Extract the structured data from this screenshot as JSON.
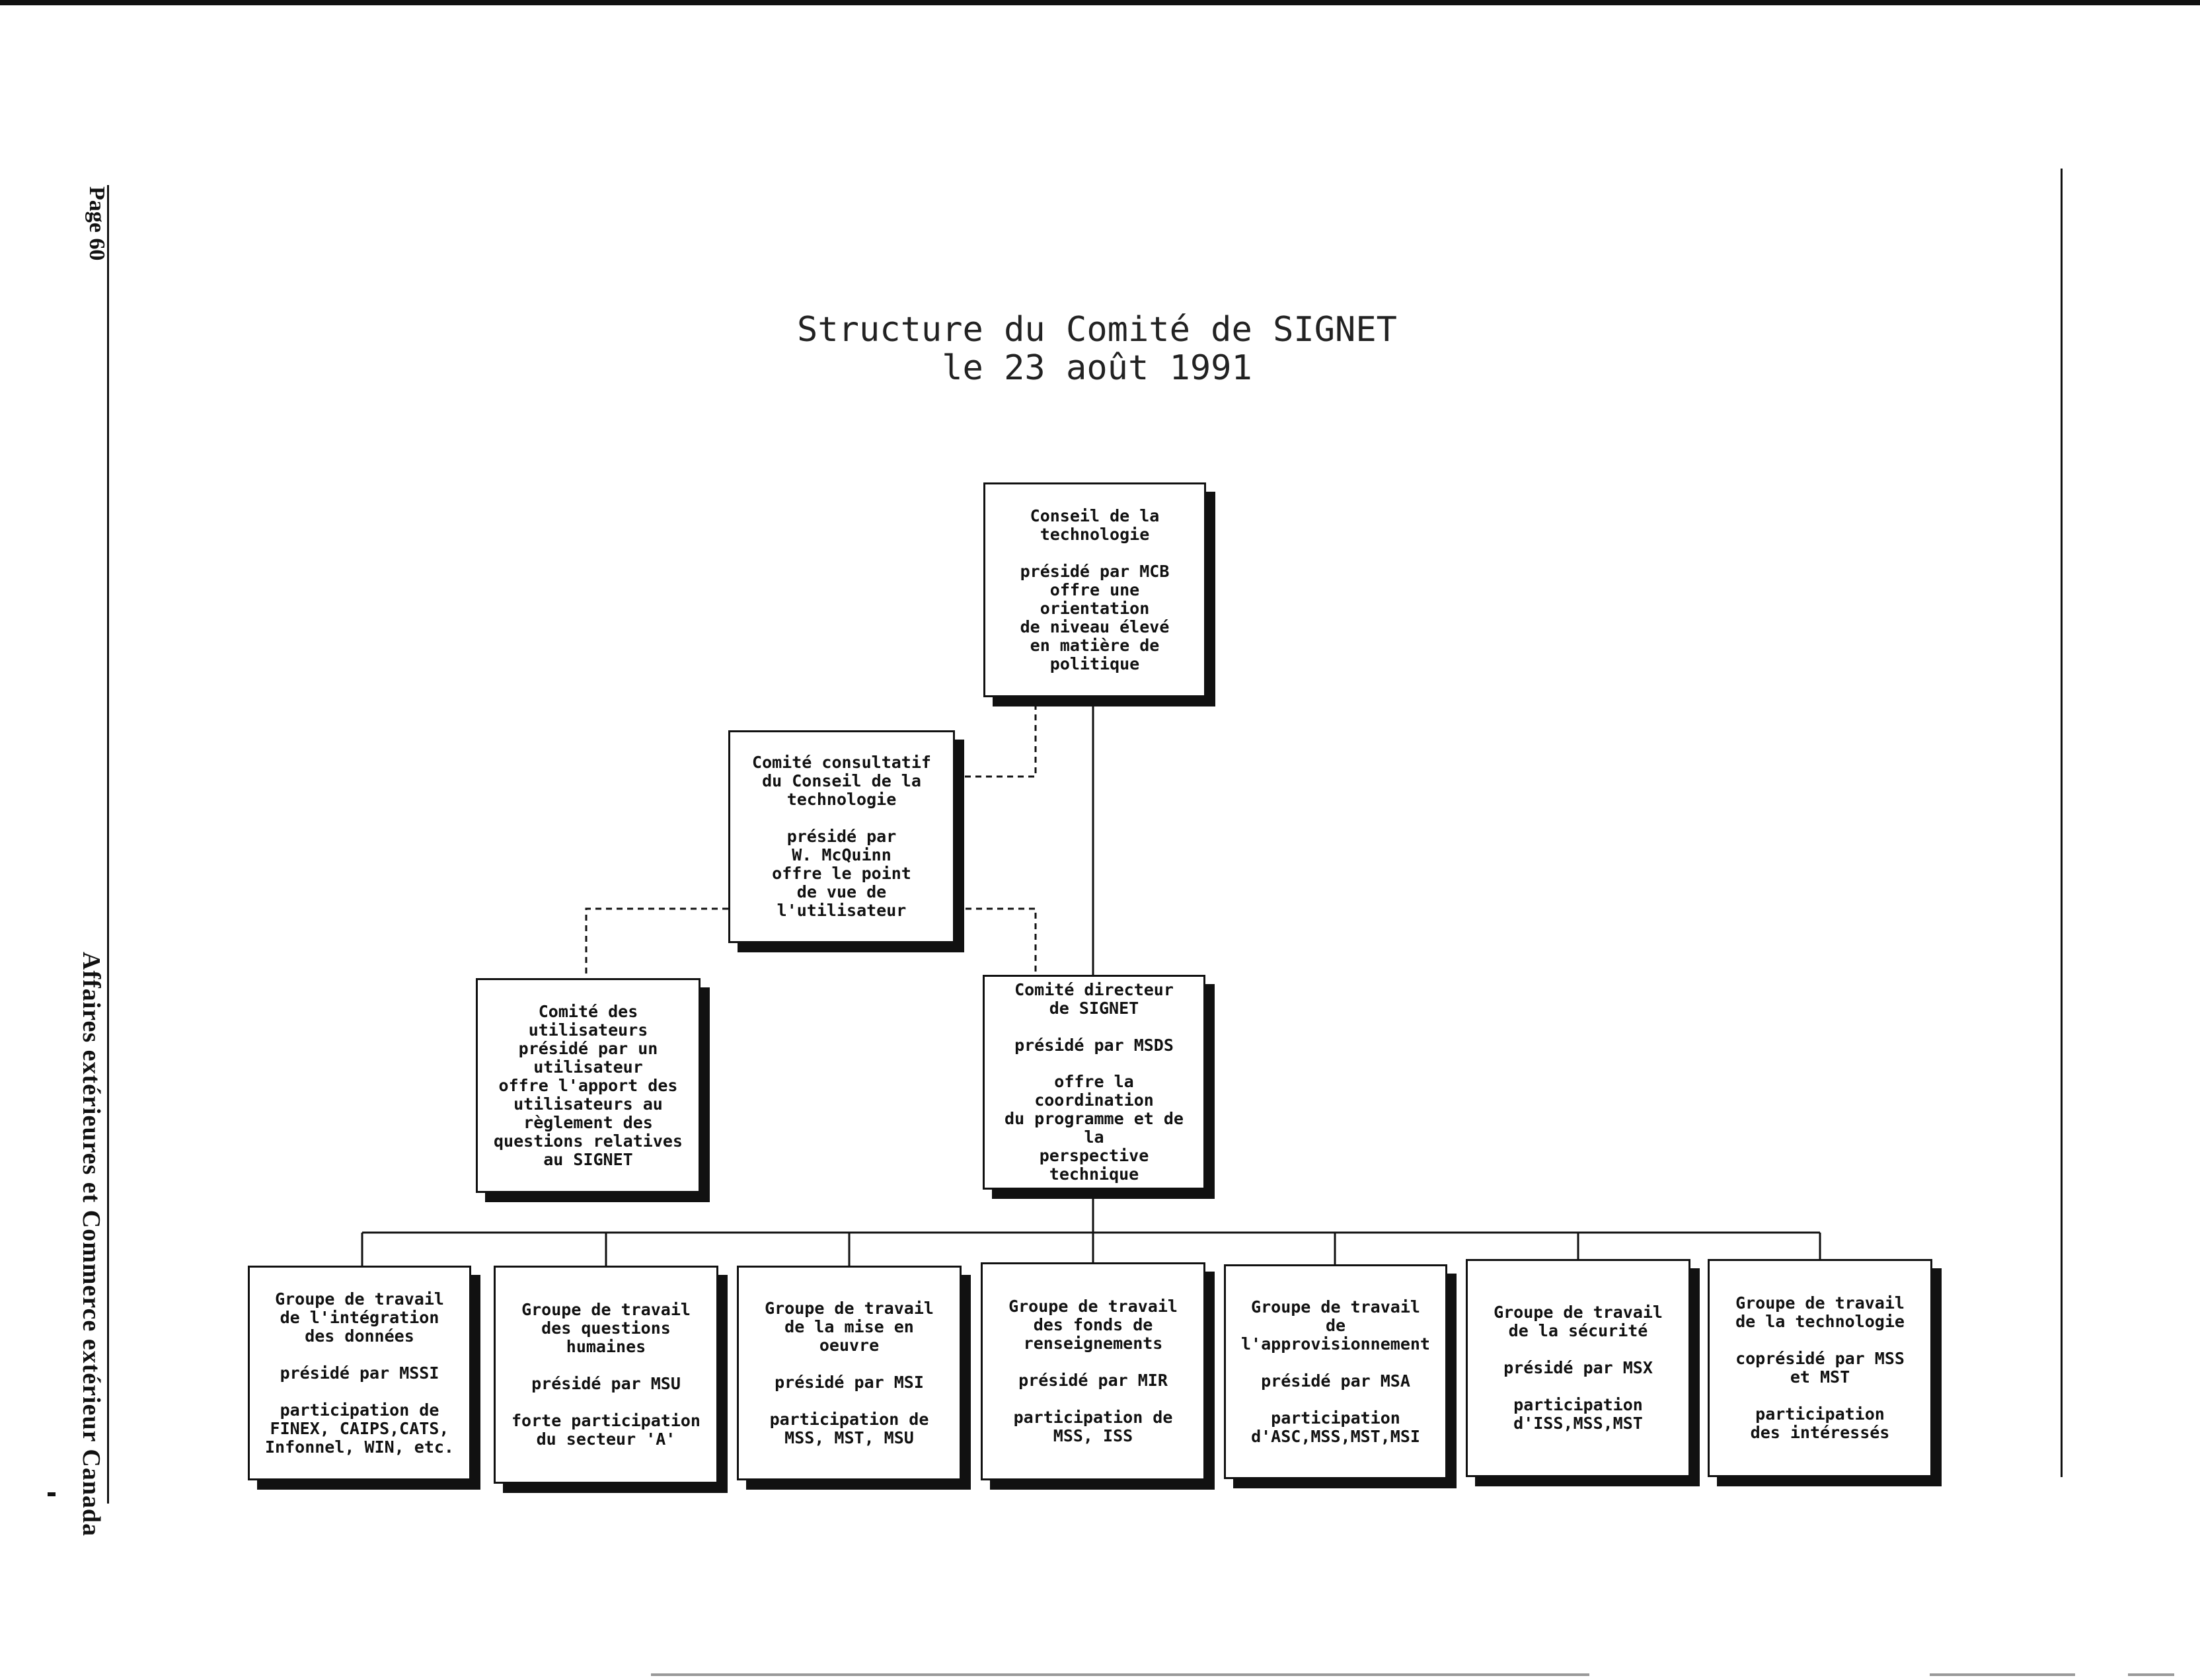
{
  "page": {
    "page_number": "Page 60",
    "organization": "Affaires extérieures et Commerce extérieur Canada"
  },
  "title": {
    "line1": "Structure du Comité de SIGNET",
    "line2": "le 23 août 1991"
  },
  "boxes": {
    "conseil": {
      "heading": "Conseil de la\ntechnologie",
      "chair": "présidé par MCB",
      "role": "offre une\norientation\nde niveau élevé\nen matière de\npolitique"
    },
    "consultatif": {
      "heading": "Comité consultatif\ndu Conseil de la\ntechnologie",
      "chair": "présidé par\nW. McQuinn",
      "role": "offre le point\nde vue de\nl'utilisateur"
    },
    "utilisateurs": {
      "heading": "Comité des\nutilisateurs",
      "chair": "présidé par un\nutilisateur",
      "role": "offre l'apport des\nutilisateurs au\nrèglement des\nquestions relatives\nau SIGNET"
    },
    "directeur": {
      "heading": "Comité directeur\nde SIGNET",
      "chair": "présidé par MSDS",
      "role": "offre la coordination\ndu programme et de la\nperspective technique"
    }
  },
  "groups": [
    {
      "heading": "Groupe de travail\nde l'intégration\ndes données",
      "chair": "présidé par MSSI",
      "participation": "participation de\nFINEX, CAIPS,CATS,\nInfonnel, WIN, etc."
    },
    {
      "heading": "Groupe de travail\ndes questions\nhumaines",
      "chair": "présidé par MSU",
      "participation": "forte participation\ndu secteur 'A'"
    },
    {
      "heading": "Groupe de travail\nde la mise en\noeuvre",
      "chair": "présidé par MSI",
      "participation": "participation de\nMSS, MST, MSU"
    },
    {
      "heading": "Groupe de travail\ndes fonds de\nrenseignements",
      "chair": "présidé par MIR",
      "participation": "participation de\nMSS, ISS"
    },
    {
      "heading": "Groupe de travail\nde\nl'approvisionnement",
      "chair": "présidé par MSA",
      "participation": "participation\nd'ASC,MSS,MST,MSI"
    },
    {
      "heading": "Groupe de travail\nde la sécurité",
      "chair": "présidé par MSX",
      "participation": "participation\nd'ISS,MSS,MST"
    },
    {
      "heading": "Groupe de travail\nde la technologie",
      "chair": "coprésidé par MSS\net MST",
      "participation": "participation\ndes intéressés"
    }
  ]
}
